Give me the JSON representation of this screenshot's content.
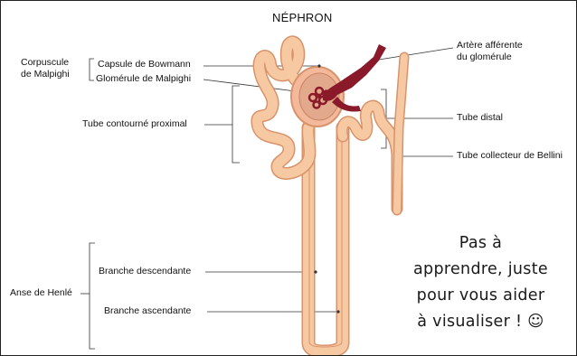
{
  "diagram": {
    "title": "NÉPHRON",
    "labels": {
      "corpuscule_line1": "Corpuscule",
      "corpuscule_line2": "de Malpighi",
      "capsule": "Capsule de Bowmann",
      "glomerule": "Glomérule de Malpighi",
      "tube_proximal": "Tube contourné proximal",
      "artere_line1": "Artère afférente",
      "artere_line2": "du glomérule",
      "tube_distal": "Tube distal",
      "tube_collecteur": "Tube collecteur de Bellini",
      "anse": "Anse de Henlé",
      "branche_descendante": "Branche descendante",
      "branche_ascendante": "Branche ascendante"
    },
    "colors": {
      "tubule_fill": "#f7c9a3",
      "tubule_stroke": "#d8936a",
      "artery": "#8a1a2a",
      "capsule": "#e3a98c"
    }
  },
  "note": {
    "line1": "Pas à",
    "line2": "apprendre, juste",
    "line3": "pour vous aider",
    "line4": "à visualiser ! ☺"
  }
}
